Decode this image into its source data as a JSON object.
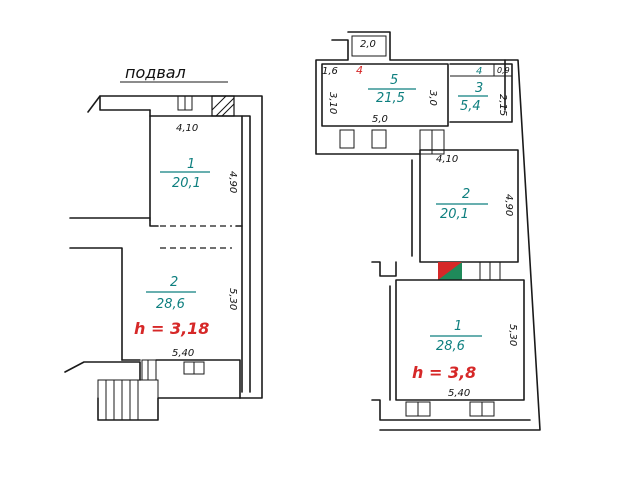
{
  "basement": {
    "title": "подвал",
    "rooms": [
      {
        "number": "1",
        "area": "20,1",
        "width": "4,10",
        "length": "4,90"
      },
      {
        "number": "2",
        "area": "28,6",
        "width": "5,40",
        "length": "5,30",
        "height": "h = 3,18"
      }
    ]
  },
  "floor": {
    "rooms": [
      {
        "number": "5",
        "area": "21,5",
        "height_left": "3,10",
        "width": "5,0",
        "height_right": "3,0"
      },
      {
        "number": "3",
        "area": "5,4",
        "side": "2,15"
      },
      {
        "number": "4",
        "extra": "0,9"
      },
      {
        "number": "2",
        "area": "20,1",
        "width": "4,10",
        "length": "4,90"
      },
      {
        "number": "1",
        "area": "28,6",
        "width": "5,40",
        "length": "5,30",
        "height": "h = 3,8"
      }
    ],
    "annex_width": "2,0",
    "left_mark": "1,6",
    "red_mark": "4"
  },
  "colors": {
    "teal": "#0e7f7f",
    "red": "#d62828",
    "green": "#1f8a5a"
  }
}
